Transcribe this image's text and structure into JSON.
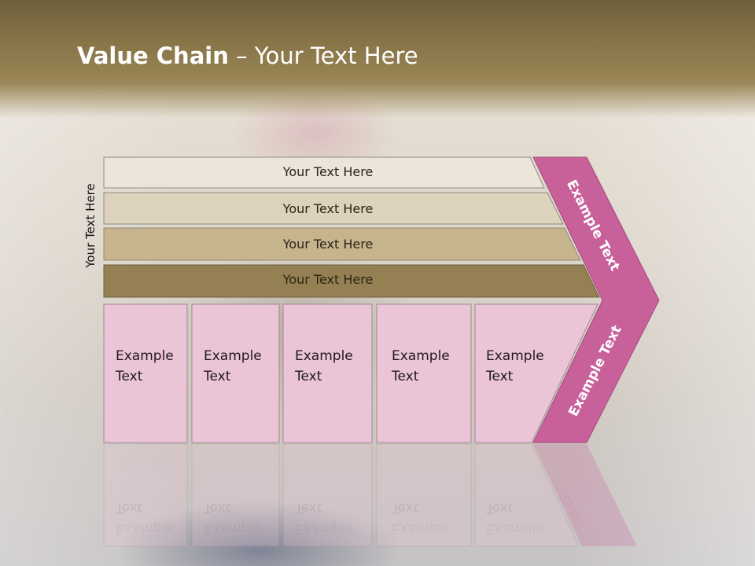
{
  "slide": {
    "title_bold": "Value Chain",
    "title_rest": " – Your Text Here",
    "side_label": "Your Text Here"
  },
  "bars": [
    {
      "label": "Your Text Here",
      "color": "#ece5da"
    },
    {
      "label": "Your Text Here",
      "color": "#ddd2bb"
    },
    {
      "label": "Your Text Here",
      "color": "#c6b48d"
    },
    {
      "label": "Your Text Here",
      "color": "#948052"
    }
  ],
  "boxes": [
    {
      "line1": "Example",
      "line2": "Text"
    },
    {
      "line1": "Example",
      "line2": "Text"
    },
    {
      "line1": "Example",
      "line2": "Text"
    },
    {
      "line1": "Example",
      "line2": "Text"
    },
    {
      "line1": "Example",
      "line2": "Text"
    }
  ],
  "arrow": {
    "upper_label": "Example Text",
    "lower_label": "Example Text",
    "color": "#c8609a"
  },
  "colors": {
    "box_fill": "#ecc4d8",
    "box_stroke": "#9a8c8c",
    "header": "#877447"
  }
}
